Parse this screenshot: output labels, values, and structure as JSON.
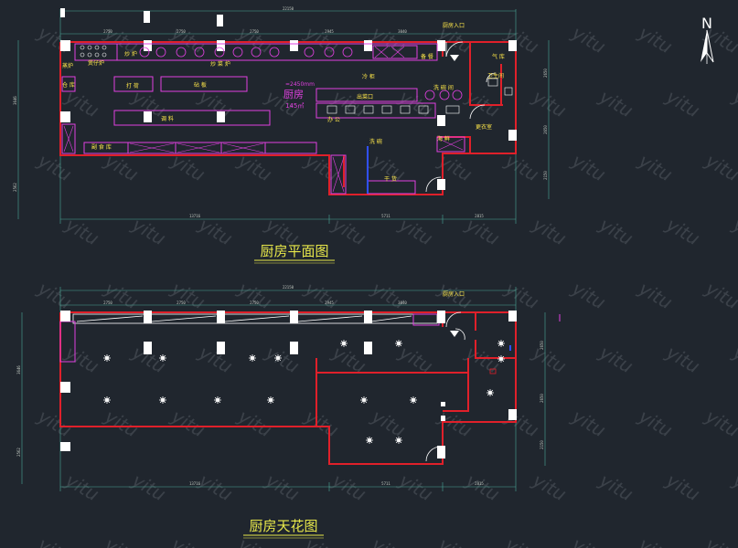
{
  "watermark_text": "yitu",
  "north_label": "N",
  "plan": {
    "title": "厨房平面图",
    "entrance_label": "厨房入口",
    "total_width": "22150",
    "top_dims": [
      "2750",
      "2750",
      "2750",
      "2945",
      "3040"
    ],
    "bottom_dims": [
      "13716",
      "5711",
      "2815"
    ],
    "side_dims_right": [
      "2650",
      "2650",
      "2150"
    ],
    "side_dims_left": [
      "3646",
      "2562"
    ],
    "area_label": "厨房",
    "area_value": "145㎡",
    "height_note": "=2450mm",
    "labels": {
      "cook_station": "煲仔炉",
      "wok_stove": "炒 炉",
      "steamer": "蒸炉",
      "smoke_hood": "炒 菜 炉",
      "cut_table": "打 荷",
      "prep_table": "砧 板",
      "wash_table": "调 料",
      "storage": "冷 柜",
      "pass": "出菜口",
      "dish_wash": "洗 碗 间",
      "basin": "洗 碗",
      "warehouse": "干 货",
      "gas": "气 库",
      "toilet": "卫生间",
      "change_room": "更衣室",
      "office": "办 公",
      "dry_store": "副 食 库",
      "left_store": "仓 库",
      "seafood": "海 鲜",
      "counter": "备 餐"
    }
  },
  "ceiling": {
    "title": "厨房天花图",
    "entrance_label": "厨房入口",
    "total_width": "22150",
    "top_dims": [
      "2750",
      "2750",
      "2750",
      "2945",
      "3040"
    ],
    "bottom_dims": [
      "13716",
      "5711",
      "2815"
    ],
    "side_dims_right": [
      "2650",
      "2650",
      "2150"
    ],
    "side_dims_left": [
      "3646",
      "2562"
    ]
  }
}
